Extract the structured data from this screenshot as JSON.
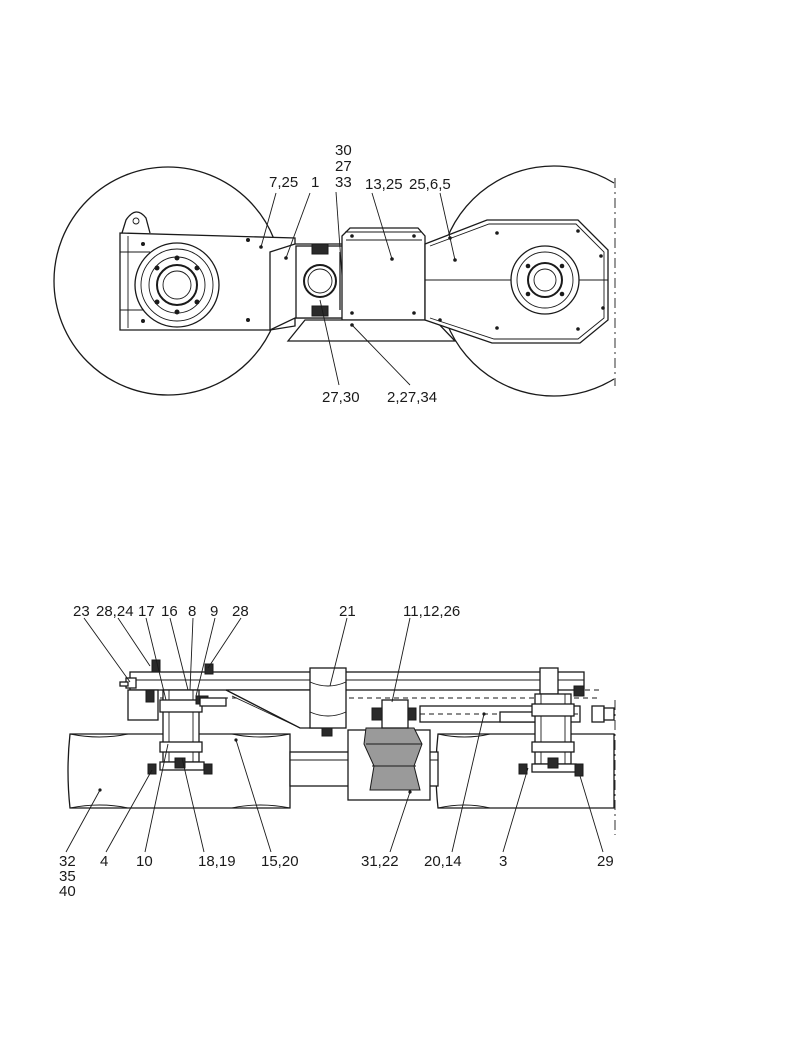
{
  "top_view": {
    "callouts": [
      {
        "id": "t-30",
        "text": "30"
      },
      {
        "id": "t-27",
        "text": "27"
      },
      {
        "id": "t-33",
        "text": "33"
      },
      {
        "id": "t-7-25",
        "text": "7,25"
      },
      {
        "id": "t-1",
        "text": "1"
      },
      {
        "id": "t-13-25",
        "text": "13,25"
      },
      {
        "id": "t-25-6-5",
        "text": "25,6,5"
      },
      {
        "id": "t-27-30",
        "text": "27,30"
      },
      {
        "id": "t-2-27-34",
        "text": "2,27,34"
      }
    ]
  },
  "side_view": {
    "callouts": [
      {
        "id": "s-23",
        "text": "23"
      },
      {
        "id": "s-28-24",
        "text": "28,24"
      },
      {
        "id": "s-17",
        "text": "17"
      },
      {
        "id": "s-16",
        "text": "16"
      },
      {
        "id": "s-8",
        "text": "8"
      },
      {
        "id": "s-9",
        "text": "9"
      },
      {
        "id": "s-28",
        "text": "28"
      },
      {
        "id": "s-21",
        "text": "21"
      },
      {
        "id": "s-11-12-26",
        "text": "11,12,26"
      },
      {
        "id": "s-32",
        "text": "32"
      },
      {
        "id": "s-35",
        "text": "35"
      },
      {
        "id": "s-40",
        "text": "40"
      },
      {
        "id": "s-4",
        "text": "4"
      },
      {
        "id": "s-10",
        "text": "10"
      },
      {
        "id": "s-18-19",
        "text": "18,19"
      },
      {
        "id": "s-15-20",
        "text": "15,20"
      },
      {
        "id": "s-31-22",
        "text": "31,22"
      },
      {
        "id": "s-20-14",
        "text": "20,14"
      },
      {
        "id": "s-3",
        "text": "3"
      },
      {
        "id": "s-29",
        "text": "29"
      }
    ]
  }
}
